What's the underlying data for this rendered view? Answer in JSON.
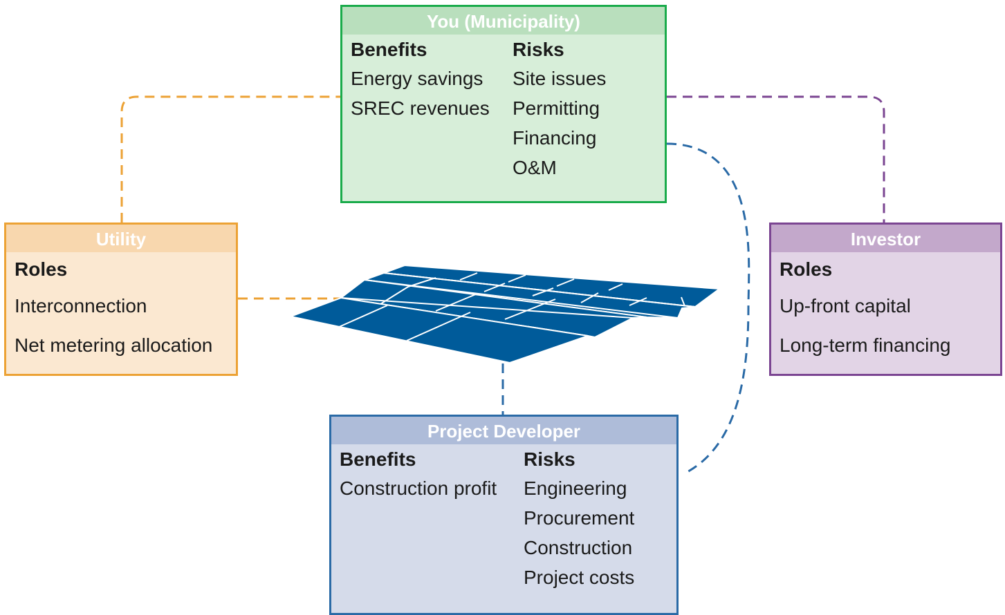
{
  "municipality": {
    "title": "You (Municipality)",
    "benefits_heading": "Benefits",
    "benefits": [
      "Energy savings",
      "SREC revenues"
    ],
    "risks_heading": "Risks",
    "risks": [
      "Site issues",
      "Permitting",
      "Financing",
      "O&M"
    ]
  },
  "utility": {
    "title": "Utility",
    "roles_heading": "Roles",
    "roles": [
      "Interconnection",
      "Net metering allocation"
    ]
  },
  "investor": {
    "title": "Investor",
    "roles_heading": "Roles",
    "roles": [
      "Up-front capital",
      "Long-term financing"
    ]
  },
  "developer": {
    "title": "Project Developer",
    "benefits_heading": "Benefits",
    "benefits": [
      "Construction profit"
    ],
    "risks_heading": "Risks",
    "risks": [
      "Engineering",
      "Procurement",
      "Construction",
      "Project costs"
    ]
  },
  "center_icon": "solar-panel-array-icon",
  "colors": {
    "municipality": "#1aab4b",
    "utility": "#eca235",
    "investor": "#7b4592",
    "developer": "#2a6aa6",
    "solar_panel": "#005b9a"
  }
}
